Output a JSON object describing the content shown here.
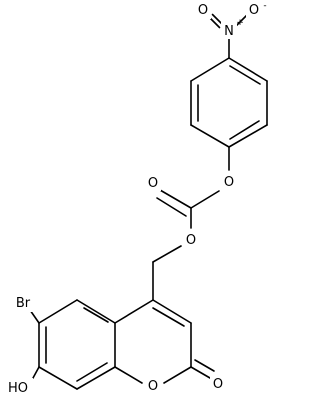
{
  "structure": {
    "atoms": {
      "nitro_n": "N",
      "nitro_n_charge": "+",
      "nitro_o_left": "O",
      "nitro_o_right": "O",
      "nitro_o_right_charge": "-",
      "aryl_o": "O",
      "carbonate_carbonyl_o": "O",
      "carbonate_ester_o": "O",
      "bromine": "Br",
      "hydroxyl": "HO",
      "ring_o": "O",
      "lactone_carbonyl_o": "O"
    }
  }
}
